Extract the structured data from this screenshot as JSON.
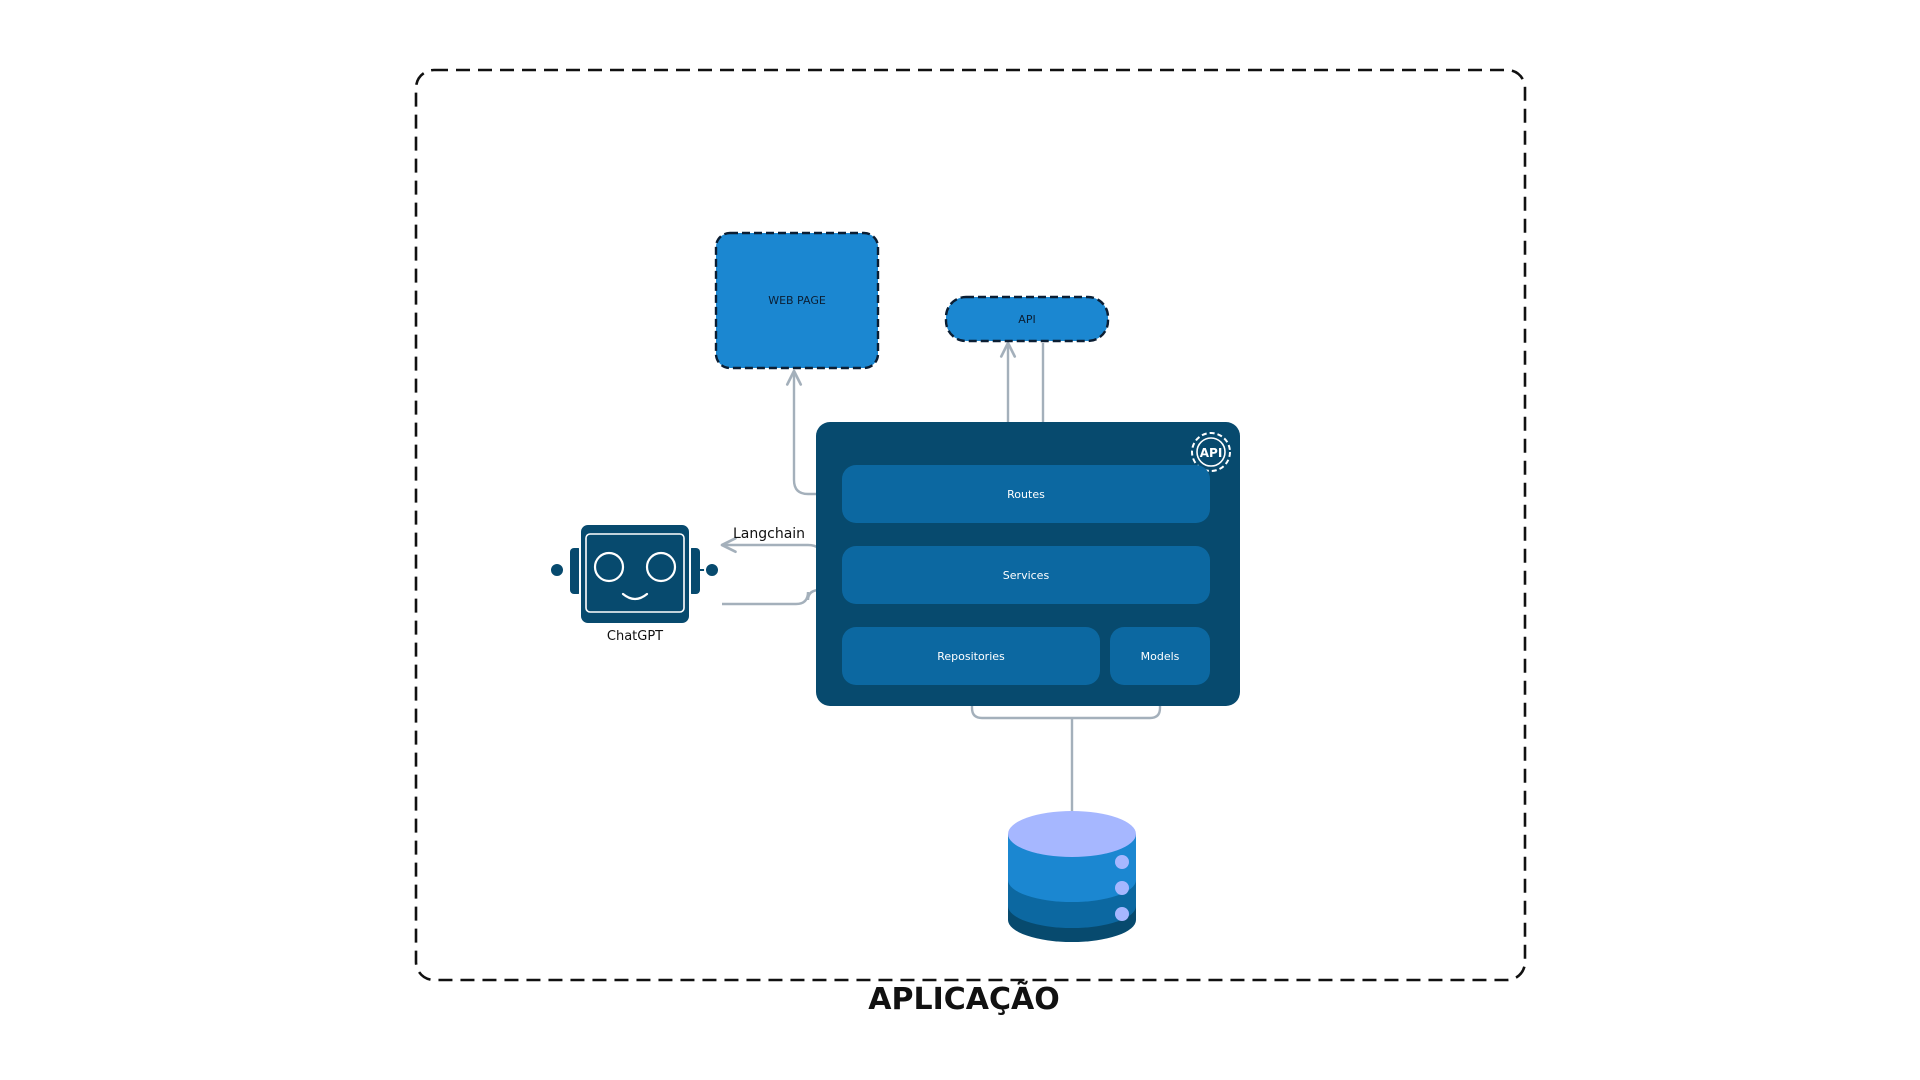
{
  "diagram": {
    "frame_label": "APLICAÇÃO",
    "nodes": {
      "web_page": "WEB PAGE",
      "api": "API",
      "routes": "Routes",
      "services": "Services",
      "repositories": "Repositories",
      "models": "Models",
      "chatgpt": "ChatGPT",
      "api_badge": "API"
    },
    "edges": {
      "langchain": "Langchain"
    }
  },
  "colors": {
    "app_panel": "#074a6e",
    "layer_box": "#0c68a1",
    "node_fill": "#1b87d1",
    "connector": "#a4b0bb",
    "db_top": "#a6b7ff",
    "db_band_1": "#1b87d1",
    "db_band_2": "#0c68a1",
    "db_band_3": "#074a6e"
  },
  "icons": [
    "api-gear-icon",
    "robot-icon",
    "database-icon"
  ]
}
